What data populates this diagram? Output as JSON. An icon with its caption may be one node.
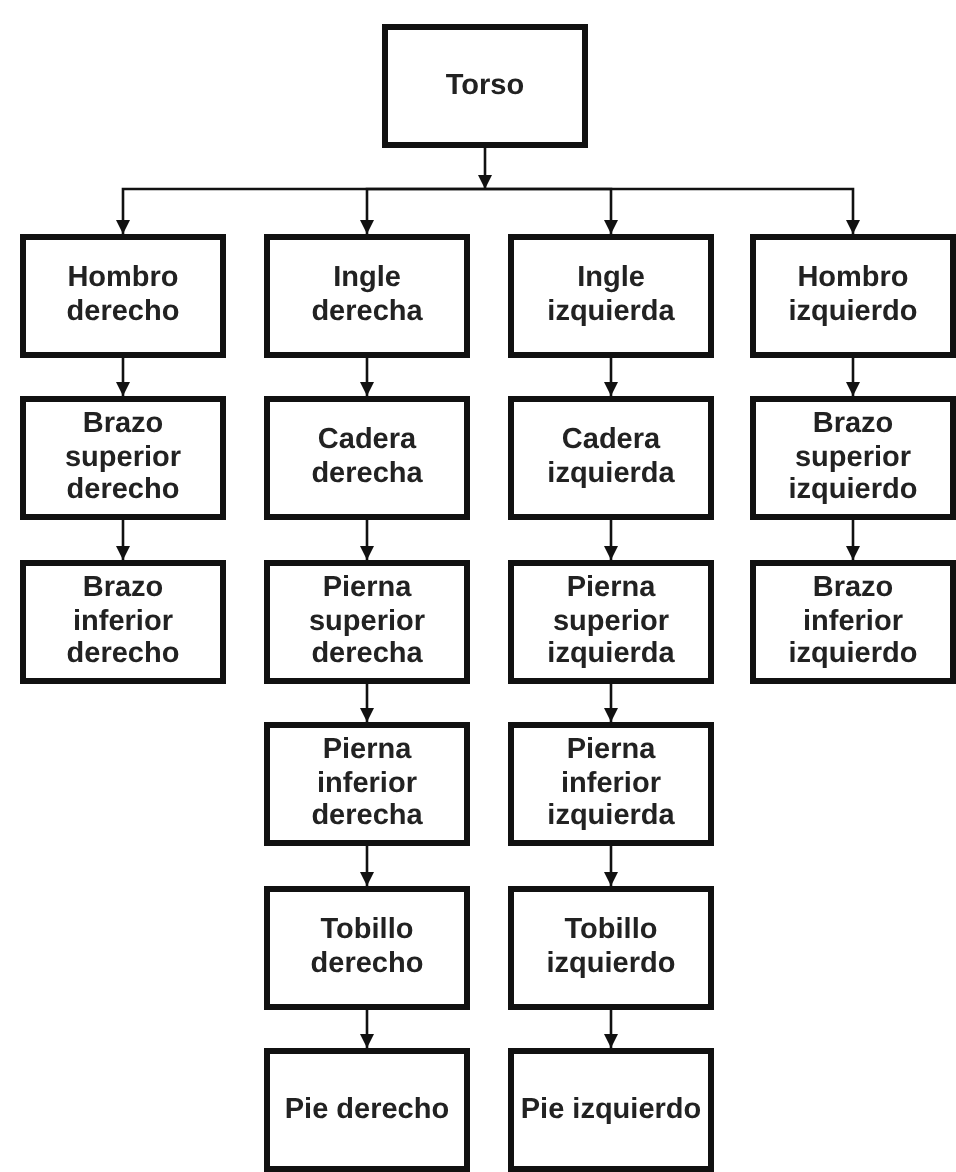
{
  "diagram": {
    "nodes": [
      {
        "text": [
          "Torso"
        ]
      },
      {
        "text": [
          "Hombro derecho"
        ]
      },
      {
        "text": [
          "Ingle derecha"
        ]
      },
      {
        "text": [
          "Ingle izquierda"
        ]
      },
      {
        "text": [
          "Hombro izquierdo"
        ]
      },
      {
        "text": [
          "Brazo superior derecho"
        ]
      },
      {
        "text": [
          "Cadera derecha"
        ]
      },
      {
        "text": [
          "Cadera izquierda"
        ]
      },
      {
        "text": [
          "Brazo superior izquierdo"
        ]
      },
      {
        "text": [
          "Brazo inferior derecho"
        ]
      },
      {
        "text": [
          "Pierna superior derecha"
        ]
      },
      {
        "text": [
          "Pierna superior izquierda"
        ]
      },
      {
        "text": [
          "Brazo inferior izquierdo"
        ]
      },
      {
        "text": [
          "Pierna inferior derecha"
        ]
      },
      {
        "text": [
          "Pierna inferior izquierda"
        ]
      },
      {
        "text": [
          "Tobillo derecho"
        ]
      },
      {
        "text": [
          "Tobillo izquierdo"
        ]
      },
      {
        "text": [
          "Pie derecho"
        ]
      },
      {
        "text": [
          "Pie izquierdo"
        ]
      }
    ],
    "edges": [
      {
        "from": 0,
        "to": 1,
        "arrow": "to"
      },
      {
        "from": 0,
        "to": 2,
        "arrow": "to"
      },
      {
        "from": 0,
        "to": 3,
        "arrow": "to"
      },
      {
        "from": 0,
        "to": 4,
        "arrow": "to"
      },
      {
        "from": 1,
        "to": 5,
        "arrow": "to"
      },
      {
        "from": 5,
        "to": 9,
        "arrow": "to"
      },
      {
        "from": 2,
        "to": 6,
        "arrow": "to"
      },
      {
        "from": 6,
        "to": 10,
        "arrow": "to"
      },
      {
        "from": 10,
        "to": 13,
        "arrow": "to"
      },
      {
        "from": 13,
        "to": 15,
        "arrow": "to"
      },
      {
        "from": 15,
        "to": 17,
        "arrow": "to"
      },
      {
        "from": 3,
        "to": 7,
        "arrow": "to"
      },
      {
        "from": 7,
        "to": 11,
        "arrow": "to"
      },
      {
        "from": 11,
        "to": 14,
        "arrow": "to"
      },
      {
        "from": 14,
        "to": 16,
        "arrow": "to"
      },
      {
        "from": 16,
        "to": 18,
        "arrow": "to"
      },
      {
        "from": 4,
        "to": 8,
        "arrow": "to"
      },
      {
        "from": 8,
        "to": 12,
        "arrow": "to"
      }
    ]
  }
}
